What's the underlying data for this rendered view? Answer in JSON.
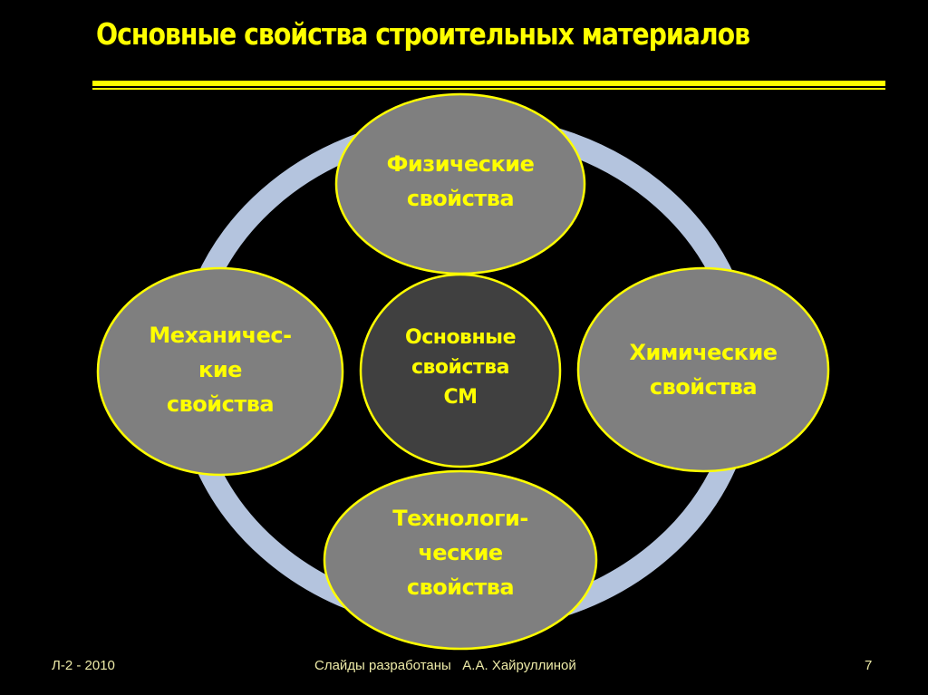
{
  "slide": {
    "title": "Основные свойства строительных материалов",
    "background_color": "#000000",
    "accent_color": "#ffff00",
    "ring_color": "#b4c4de",
    "ellipse_fill": "#7f7f7f",
    "center_fill": "#404040"
  },
  "diagram": {
    "center": {
      "label": "Основные\nсвойства\nСМ"
    },
    "nodes": [
      {
        "position": "top",
        "label": "Физические\nсвойства"
      },
      {
        "position": "left",
        "label": "Механичес-\nкие\nсвойства"
      },
      {
        "position": "right",
        "label": "Химические\nсвойства"
      },
      {
        "position": "bottom",
        "label": "Технологи-\nческие\nсвойства"
      }
    ]
  },
  "footer": {
    "left": "Л-2 - 2010",
    "center": "Слайды разработаны   А.А. Хайруллиной",
    "page_number": "7"
  }
}
